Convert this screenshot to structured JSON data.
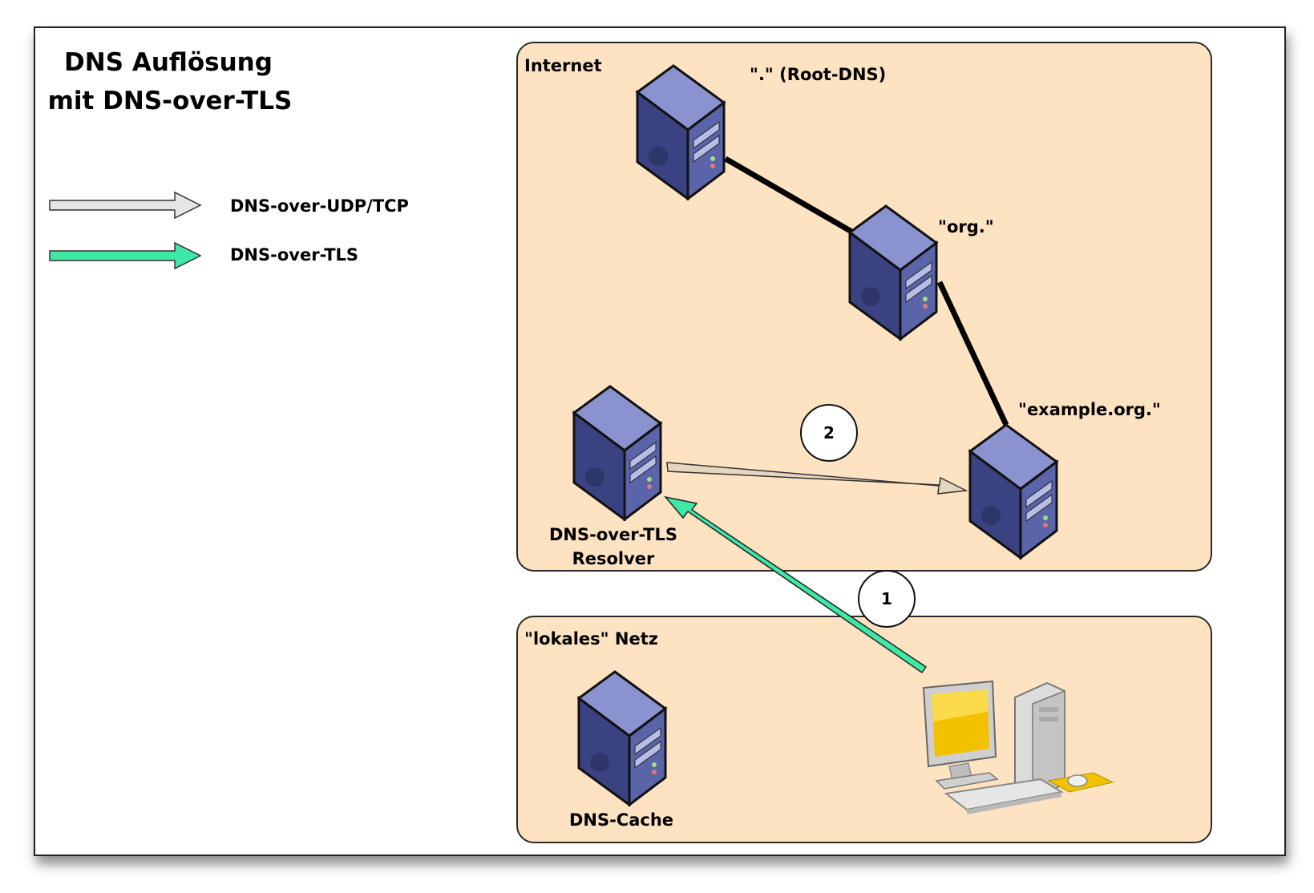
{
  "diagram": {
    "title_line1": "DNS Auflösung",
    "title_line2": "mit DNS-over-TLS",
    "legend": {
      "udp_tcp": "DNS-over-UDP/TCP",
      "tls": "DNS-over-TLS"
    },
    "zones": {
      "internet": "Internet",
      "local": "\"lokales\" Netz"
    },
    "nodes": {
      "root_dns": "\".\" (Root-DNS)",
      "org": "\"org.\"",
      "example_org": "\"example.org.\"",
      "resolver_line1": "DNS-over-TLS",
      "resolver_line2": "Resolver",
      "dns_cache": "DNS-Cache"
    },
    "steps": {
      "step1": "1",
      "step2": "2"
    },
    "colors": {
      "zone_fill": "#fde3c2",
      "tls_arrow": "#3ee8a5",
      "udp_arrow": "#e6d6c0",
      "legend_udp_arrow": "#e5e5e5",
      "server_body": "#4c5596"
    },
    "icons": {
      "server": "server-icon",
      "workstation": "desktop-computer-icon"
    }
  }
}
